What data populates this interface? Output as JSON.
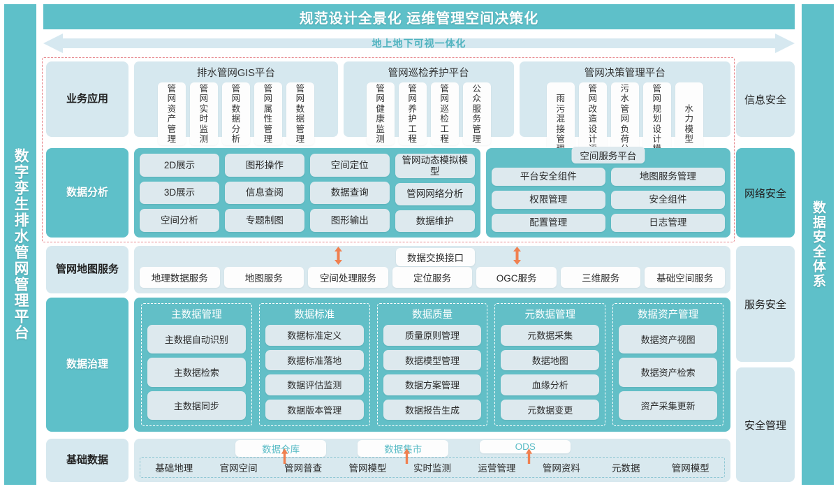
{
  "banner": {
    "title": "规范设计全景化  运维管理空间决策化"
  },
  "arrow_band": {
    "label": "地上地下可视一体化"
  },
  "left_rail": {
    "label": "数字孪生排水管网管理平台"
  },
  "right_rail": {
    "label": "数据安全体系"
  },
  "security_column": [
    {
      "label": "信息安全",
      "highlight": false
    },
    {
      "label": "网络安全",
      "highlight": true
    },
    {
      "label": "服务安全",
      "highlight": false
    },
    {
      "label": "安全管理",
      "highlight": false
    }
  ],
  "rows": {
    "business": {
      "label": "业务应用",
      "platforms": [
        {
          "title": "排水管网GIS平台",
          "items": [
            "管网资产管理",
            "管网实时监测",
            "管网数据分析",
            "管网属性管理",
            "管网数据管理"
          ]
        },
        {
          "title": "管网巡检养护平台",
          "items": [
            "管网健康监测",
            "管网养护工程",
            "管网巡检工程",
            "公众服务管理"
          ]
        },
        {
          "title": "管网决策管理平台",
          "items": [
            "雨污混接管理",
            "管网改造设计评估",
            "污水管网负荷分析",
            "管网规划设计模拟",
            "水力模型"
          ]
        }
      ]
    },
    "analysis": {
      "label": "数据分析",
      "columns": [
        [
          "2D展示",
          "3D展示",
          "空间分析"
        ],
        [
          "图形操作",
          "信息查阅",
          "专题制图"
        ],
        [
          "空间定位",
          "数据查询",
          "图形输出"
        ],
        [
          "管网动态模拟模型",
          "管网网络分析",
          "数据维护"
        ]
      ],
      "spatial_platform": {
        "title": "空间服务平台",
        "columns": [
          [
            "平台安全组件",
            "权限管理",
            "配置管理"
          ],
          [
            "地图服务管理",
            "安全组件",
            "日志管理"
          ]
        ]
      }
    },
    "map_service": {
      "label": "管网地图服务",
      "exchange_badge": "数据交换接口",
      "items": [
        "地理数据服务",
        "地图服务",
        "空间处理服务",
        "定位服务",
        "OGC服务",
        "三维服务",
        "基础空间服务"
      ]
    },
    "governance": {
      "label": "数据治理",
      "groups": [
        {
          "title": "主数据管理",
          "items": [
            "主数据自动识别",
            "主数据检索",
            "主数据同步"
          ]
        },
        {
          "title": "数据标准",
          "items": [
            "数据标准定义",
            "数据标准落地",
            "数据评估监测",
            "数据版本管理"
          ]
        },
        {
          "title": "数据质量",
          "items": [
            "质量原则管理",
            "数据模型管理",
            "数据方案管理",
            "数据报告生成"
          ]
        },
        {
          "title": "元数据管理",
          "items": [
            "元数据采集",
            "数据地图",
            "血缘分析",
            "元数据变更"
          ]
        },
        {
          "title": "数据资产管理",
          "items": [
            "数据资产视图",
            "数据资产检索",
            "资产采集更新"
          ]
        }
      ]
    },
    "basic_data": {
      "label": "基础数据",
      "tags": [
        "数据仓库",
        "数据集市",
        "ODS"
      ],
      "items": [
        "基础地理",
        "官网空间",
        "管网普查",
        "管网模型",
        "实时监测",
        "运营管理",
        "管网资料",
        "元数据",
        "管网模型"
      ]
    }
  },
  "colors": {
    "teal": "#5ec0c9",
    "teal_box": "#62bfc7",
    "light_blue": "#d6e8ef",
    "pill": "#dde9ee",
    "orange_arrow": "#f08050",
    "red_dash": "#e6848a"
  }
}
